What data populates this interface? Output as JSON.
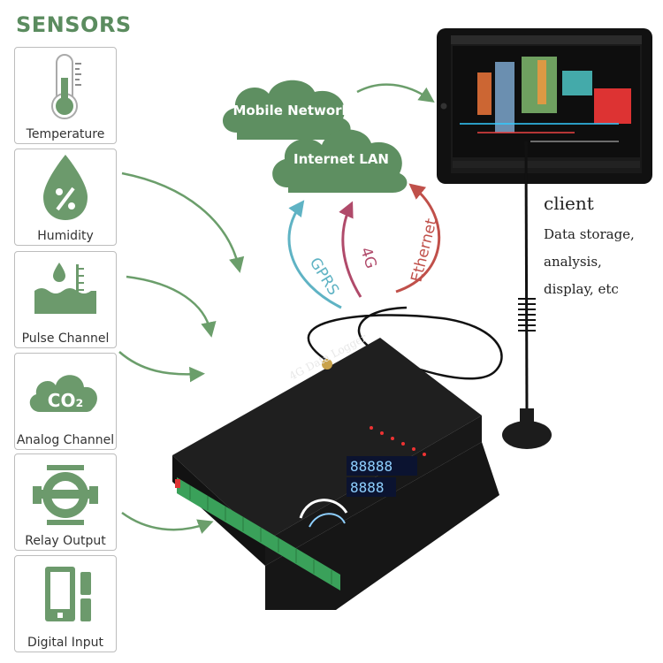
{
  "header": {
    "title": "SENSORS"
  },
  "sensors": [
    {
      "label": "Temperature",
      "icon": "thermometer-icon"
    },
    {
      "label": "Humidity",
      "icon": "humidity-drop-icon"
    },
    {
      "label": "Pulse Channel",
      "icon": "water-level-icon"
    },
    {
      "label": "Analog Channel",
      "icon": "co2-cloud-icon"
    },
    {
      "label": "Relay Output",
      "icon": "pump-icon"
    },
    {
      "label": "Digital Input",
      "icon": "door-switch-icon"
    }
  ],
  "network": {
    "mobile": "Mobile Network",
    "internet": "Internet LAN",
    "links": [
      {
        "label": "GPRS",
        "color": "#5fb3c4"
      },
      {
        "label": "4G",
        "color": "#b04a6a"
      },
      {
        "label": "Ethernet",
        "color": "#c0504a"
      }
    ]
  },
  "device": {
    "name": "4G Data Logger"
  },
  "client": {
    "title": "client",
    "lines": [
      "Data storage,",
      "analysis,",
      "display, etc"
    ]
  },
  "colors": {
    "green": "#5b8c5f",
    "cloud": "#5e8f61"
  }
}
